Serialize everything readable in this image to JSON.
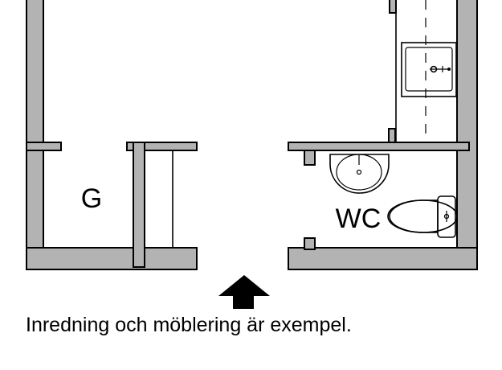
{
  "rooms": {
    "storage_label": "G",
    "wc_label": "WC"
  },
  "caption": "Inredning och möblering är exempel.",
  "colors": {
    "wall_fill": "#b3b3b3",
    "outline": "#000000",
    "background": "#ffffff"
  },
  "icons": {
    "entrance": "arrow-up-icon",
    "washbasin": "washbasin-icon",
    "toilet": "toilet-icon",
    "sink": "sink-icon"
  }
}
